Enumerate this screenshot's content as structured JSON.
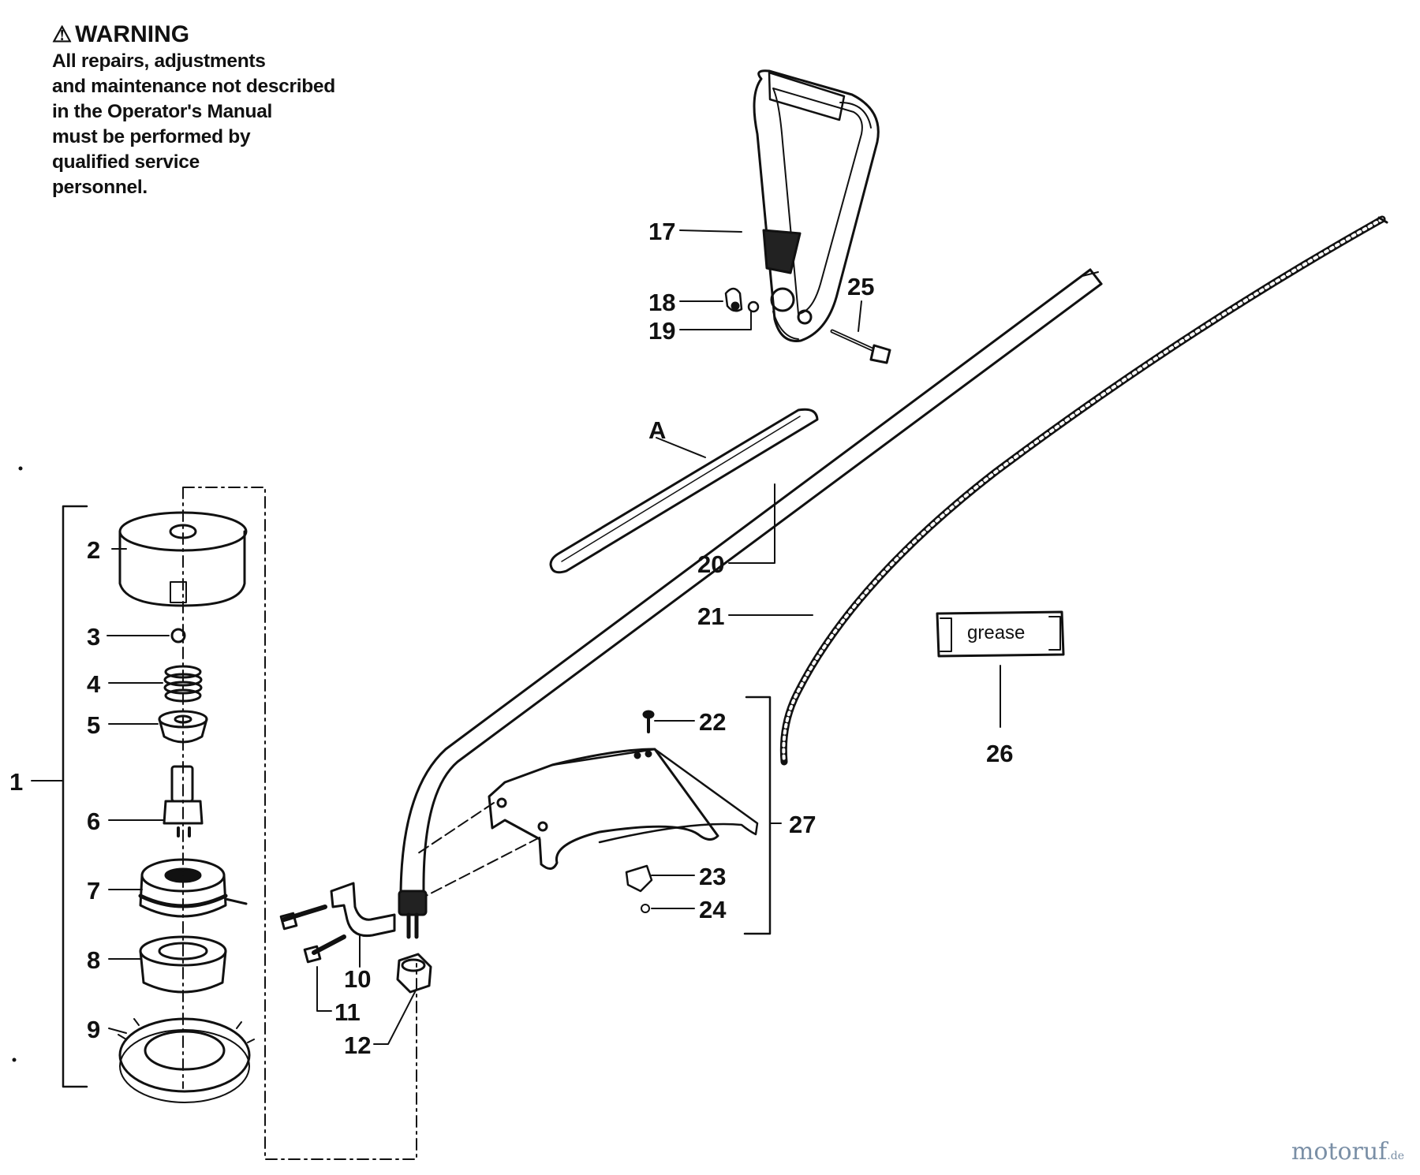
{
  "warning": {
    "title": "WARNING",
    "lines": [
      "All repairs, adjustments",
      "and maintenance not described",
      "in the Operator's Manual",
      "must be performed by",
      "qualified service",
      "personnel."
    ]
  },
  "callouts": {
    "c1": "1",
    "c2": "2",
    "c3": "3",
    "c4": "4",
    "c5": "5",
    "c6": "6",
    "c7": "7",
    "c8": "8",
    "c9": "9",
    "c10": "10",
    "c11": "11",
    "c12": "12",
    "c17": "17",
    "c18": "18",
    "c19": "19",
    "c20": "20",
    "c21": "21",
    "c22": "22",
    "c23": "23",
    "c24": "24",
    "c25": "25",
    "c26": "26",
    "c27": "27",
    "cA": "A"
  },
  "grease_label": "grease",
  "watermark": {
    "name": "motoruf",
    "tld": ".de"
  }
}
